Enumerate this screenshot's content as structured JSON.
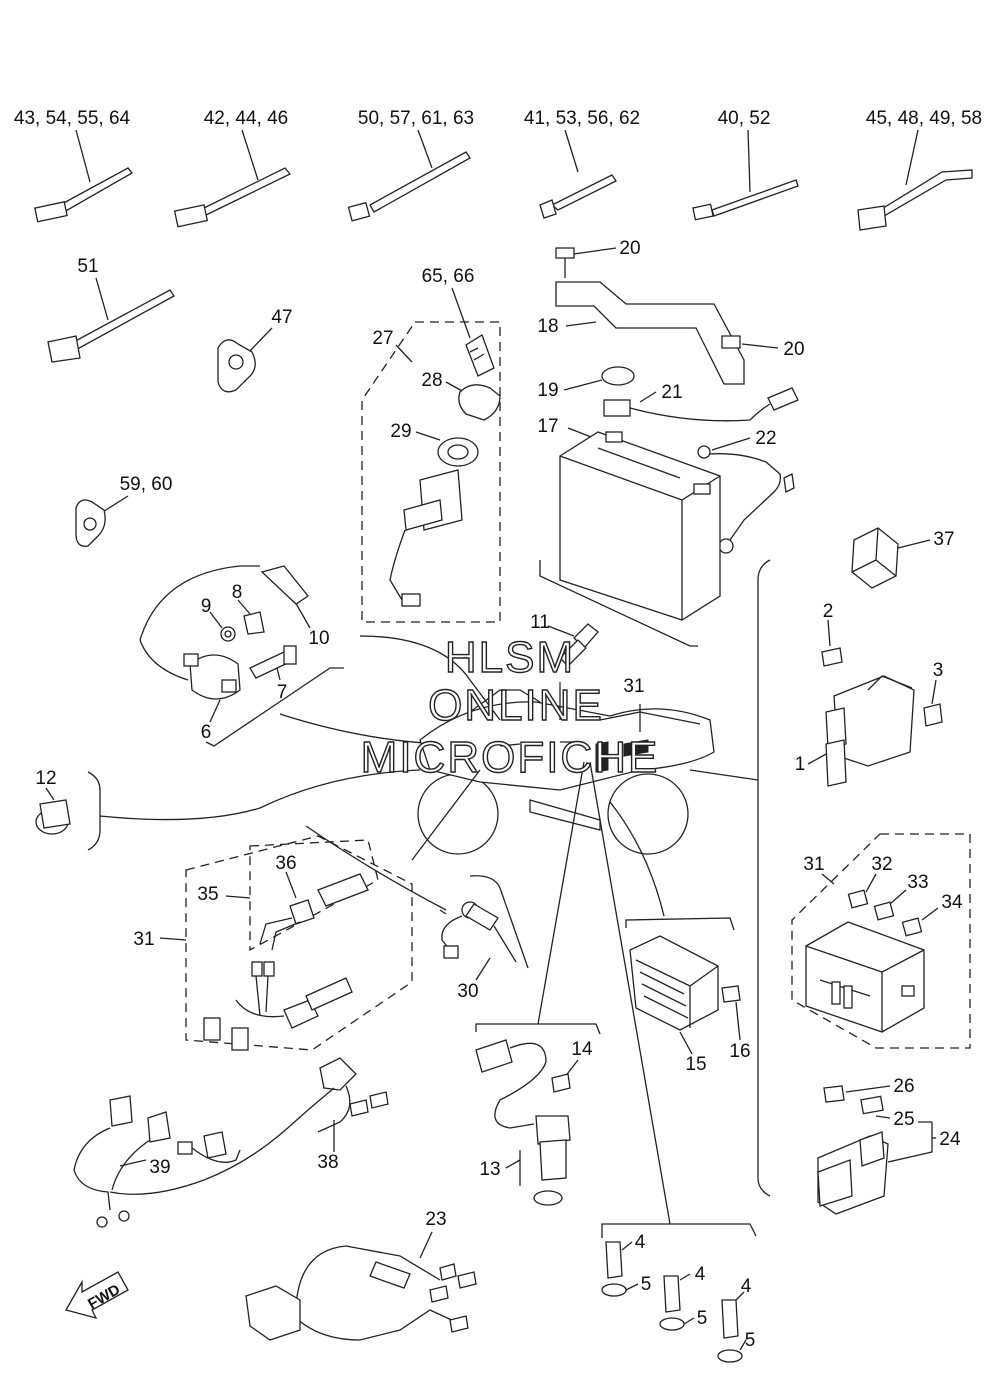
{
  "diagram": {
    "callouts": [
      {
        "id": "tie-43",
        "label": "43, 54, 55, 64"
      },
      {
        "id": "tie-42",
        "label": "42, 44, 46"
      },
      {
        "id": "tie-50",
        "label": "50, 57, 61, 63"
      },
      {
        "id": "tie-41",
        "label": "41, 53, 56, 62"
      },
      {
        "id": "tie-40",
        "label": "40, 52"
      },
      {
        "id": "tie-45",
        "label": "45, 48, 49, 58"
      },
      {
        "id": "tie-51",
        "label": "51"
      },
      {
        "id": "clamp-47",
        "label": "47"
      },
      {
        "id": "clamp-59",
        "label": "59, 60"
      },
      {
        "id": "key-65",
        "label": "65, 66"
      },
      {
        "id": "p27",
        "label": "27"
      },
      {
        "id": "p28",
        "label": "28"
      },
      {
        "id": "p29",
        "label": "29"
      },
      {
        "id": "p20a",
        "label": "20"
      },
      {
        "id": "p20b",
        "label": "20"
      },
      {
        "id": "p18",
        "label": "18"
      },
      {
        "id": "p19",
        "label": "19"
      },
      {
        "id": "p21",
        "label": "21"
      },
      {
        "id": "p17",
        "label": "17"
      },
      {
        "id": "p22",
        "label": "22"
      },
      {
        "id": "p37",
        "label": "37"
      },
      {
        "id": "p8",
        "label": "8"
      },
      {
        "id": "p9",
        "label": "9"
      },
      {
        "id": "p10",
        "label": "10"
      },
      {
        "id": "p7",
        "label": "7"
      },
      {
        "id": "p6",
        "label": "6"
      },
      {
        "id": "p11",
        "label": "11"
      },
      {
        "id": "p31a",
        "label": "31"
      },
      {
        "id": "p2",
        "label": "2"
      },
      {
        "id": "p3",
        "label": "3"
      },
      {
        "id": "p1",
        "label": "1"
      },
      {
        "id": "p12",
        "label": "12"
      },
      {
        "id": "p36",
        "label": "36"
      },
      {
        "id": "p35",
        "label": "35"
      },
      {
        "id": "p31b",
        "label": "31"
      },
      {
        "id": "p30",
        "label": "30"
      },
      {
        "id": "p31c",
        "label": "31"
      },
      {
        "id": "p32",
        "label": "32"
      },
      {
        "id": "p33",
        "label": "33"
      },
      {
        "id": "p34",
        "label": "34"
      },
      {
        "id": "p15",
        "label": "15"
      },
      {
        "id": "p16",
        "label": "16"
      },
      {
        "id": "p14",
        "label": "14"
      },
      {
        "id": "p13",
        "label": "13"
      },
      {
        "id": "p26",
        "label": "26"
      },
      {
        "id": "p25",
        "label": "25"
      },
      {
        "id": "p24",
        "label": "24"
      },
      {
        "id": "p39",
        "label": "39"
      },
      {
        "id": "p38",
        "label": "38"
      },
      {
        "id": "p23",
        "label": "23"
      },
      {
        "id": "p4a",
        "label": "4"
      },
      {
        "id": "p5a",
        "label": "5"
      },
      {
        "id": "p4b",
        "label": "4"
      },
      {
        "id": "p5b",
        "label": "5"
      },
      {
        "id": "p4c",
        "label": "4"
      },
      {
        "id": "p5c",
        "label": "5"
      }
    ],
    "watermark": [
      "HLSM",
      "ONLINE",
      "MICROFICHE"
    ],
    "fwd_label": "FWD"
  }
}
